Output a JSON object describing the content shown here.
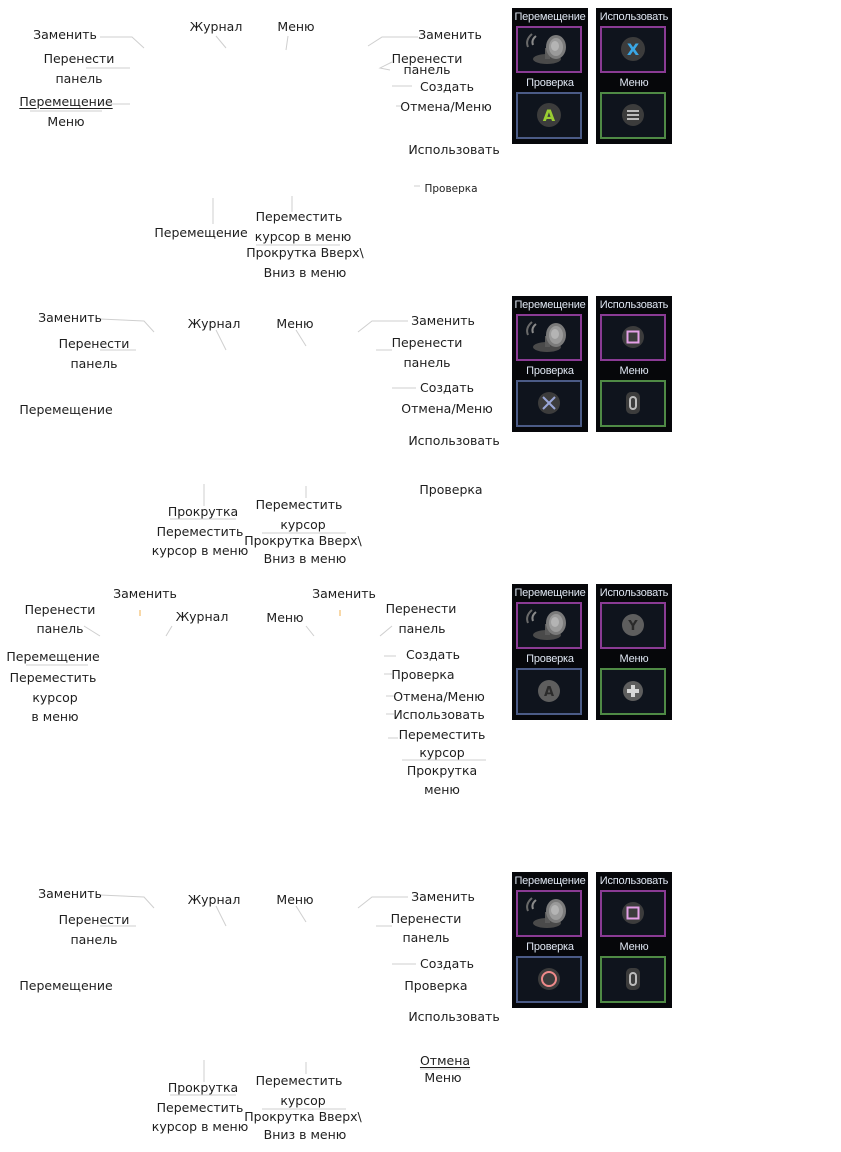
{
  "colors": {
    "panel_bg": "#06070a",
    "slot_bg": "#0f141d",
    "border_move": "#8a3b94",
    "border_check": "#4b5b86",
    "border_menu": "#4f8a45",
    "leader_line": "#cfcfcf"
  },
  "sections": [
    {
      "labels": [
        "Заменить",
        "Перенести",
        "панель",
        "Перемещение",
        "Меню",
        "Журнал",
        "Меню",
        "Заменить",
        "Перенести",
        "панель",
        "Создать",
        "Отмена/Меню",
        "Использовать",
        "Проверка",
        "Перемещение",
        "Переместить",
        "курсор в меню",
        "Прокрутка Вверх\\",
        "Вниз в меню"
      ],
      "panel_left": {
        "top_title": "Перемещение",
        "top_icon": "analog-stick-icon",
        "bottom_title": "Проверка",
        "bottom_icon": "xbox-a-button-icon"
      },
      "panel_right": {
        "top_title": "Использовать",
        "top_icon": "xbox-x-button-icon",
        "bottom_title": "Меню",
        "bottom_icon": "xbox-menu-button-icon"
      }
    },
    {
      "labels": [
        "Заменить",
        "Перенести",
        "панель",
        "Перемещение",
        "Журнал",
        "Меню",
        "Заменить",
        "Перенести",
        "панель",
        "Создать",
        "Отмена/Меню",
        "Использовать",
        "Проверка",
        "Прокрутка",
        "Переместить",
        "курсор в меню",
        "Переместить",
        "курсор",
        "Прокрутка Вверх\\",
        "Вниз в меню"
      ],
      "panel_left": {
        "top_title": "Перемещение",
        "top_icon": "analog-stick-icon",
        "bottom_title": "Проверка",
        "bottom_icon": "playstation-cross-button-icon"
      },
      "panel_right": {
        "top_title": "Использовать",
        "top_icon": "playstation-square-button-icon",
        "bottom_title": "Меню",
        "bottom_icon": "playstation-options-button-icon"
      }
    },
    {
      "labels": [
        "Заменить",
        "Заменить",
        "Перенести",
        "панель",
        "Журнал",
        "Меню",
        "Перенести",
        "панель",
        "Перемещение",
        "Переместить",
        "курсор",
        "в меню",
        "Создать",
        "Проверка",
        "Отмена/Меню",
        "Использовать",
        "Переместить",
        "курсор",
        "Прокрутка",
        "меню"
      ],
      "panel_left": {
        "top_title": "Перемещение",
        "top_icon": "analog-stick-icon",
        "bottom_title": "Проверка",
        "bottom_icon": "nintendo-a-button-icon"
      },
      "panel_right": {
        "top_title": "Использовать",
        "top_icon": "nintendo-y-button-icon",
        "bottom_title": "Меню",
        "bottom_icon": "nintendo-plus-button-icon"
      }
    },
    {
      "labels": [
        "Заменить",
        "Перенести",
        "панель",
        "Перемещение",
        "Журнал",
        "Меню",
        "Заменить",
        "Перенести",
        "панель",
        "Создать",
        "Проверка",
        "Использовать",
        "Отмена",
        "Меню",
        "Прокрутка",
        "Переместить",
        "курсор в меню",
        "Переместить",
        "курсор",
        "Прокрутка Вверх\\",
        "Вниз в меню"
      ],
      "panel_left": {
        "top_title": "Перемещение",
        "top_icon": "analog-stick-icon",
        "bottom_title": "Проверка",
        "bottom_icon": "playstation-circle-button-icon"
      },
      "panel_right": {
        "top_title": "Использовать",
        "top_icon": "playstation-square-button-icon",
        "bottom_title": "Меню",
        "bottom_icon": "playstation-options-button-icon"
      }
    }
  ]
}
